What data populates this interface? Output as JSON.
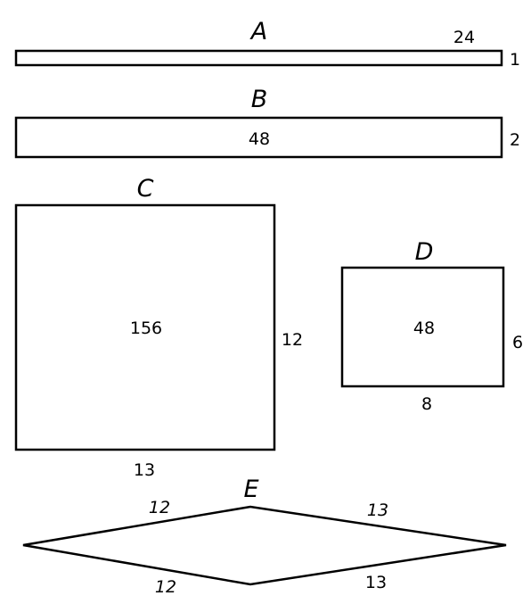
{
  "figures": {
    "A": {
      "name": "A",
      "top": "24",
      "side": "1"
    },
    "B": {
      "name": "B",
      "area": "48",
      "side": "2"
    },
    "C": {
      "name": "C",
      "area": "156",
      "side": "12",
      "bottom": "13"
    },
    "D": {
      "name": "D",
      "area": "48",
      "side": "6",
      "bottom": "8"
    },
    "E": {
      "name": "E",
      "upper_left": "12",
      "upper_right": "13",
      "lower_left": "12",
      "lower_right": "13"
    }
  }
}
